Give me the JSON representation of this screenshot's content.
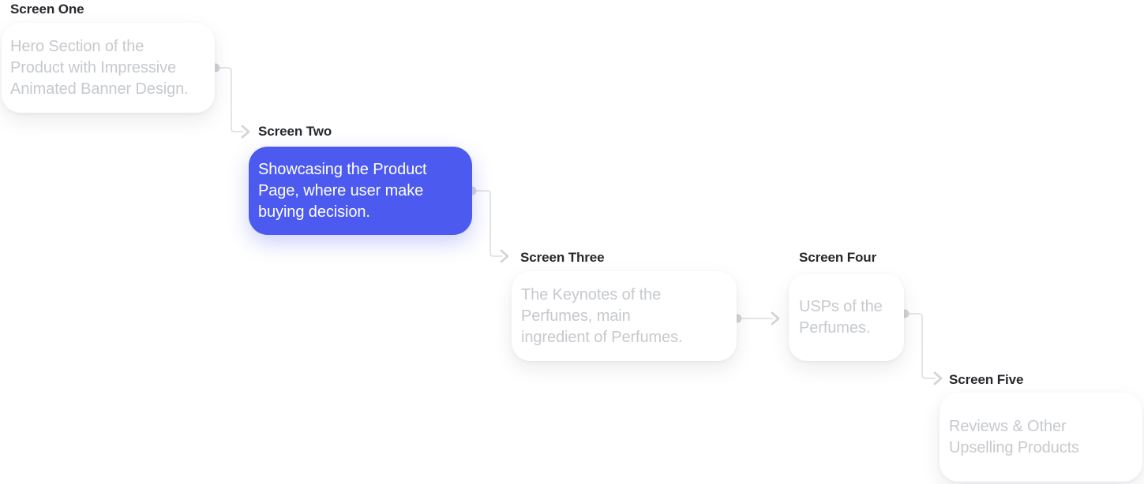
{
  "page": {
    "background": "#ffffff"
  },
  "diagram": {
    "type": "prototype-flow",
    "accent_color": "#4c5af0",
    "connector_color": "#e4e5e7",
    "connector_dot_color": "#d3d4d7",
    "label_color": "#26282c",
    "card_text_color": "#c6c9ce",
    "nodes": [
      {
        "label": "Screen One",
        "text": "Hero Section of the\nProduct with Impressive\nAnimated Banner Design.",
        "highlighted": false
      },
      {
        "label": "Screen Two",
        "text": "Showcasing the Product\nPage, where user make\nbuying decision.",
        "highlighted": true
      },
      {
        "label": "Screen Three",
        "text": "The Keynotes of the\nPerfumes, main\ningredient of Perfumes.",
        "highlighted": false
      },
      {
        "label": "Screen Four",
        "text": "USPs of the\nPerfumes.",
        "highlighted": false
      },
      {
        "label": "Screen Five",
        "text": "Reviews & Other\nUpselling Products",
        "highlighted": false
      }
    ],
    "connections": [
      {
        "from": "Screen One",
        "to": "Screen Two"
      },
      {
        "from": "Screen Two",
        "to": "Screen Three"
      },
      {
        "from": "Screen Three",
        "to": "Screen Four"
      },
      {
        "from": "Screen Four",
        "to": "Screen Five"
      }
    ]
  }
}
